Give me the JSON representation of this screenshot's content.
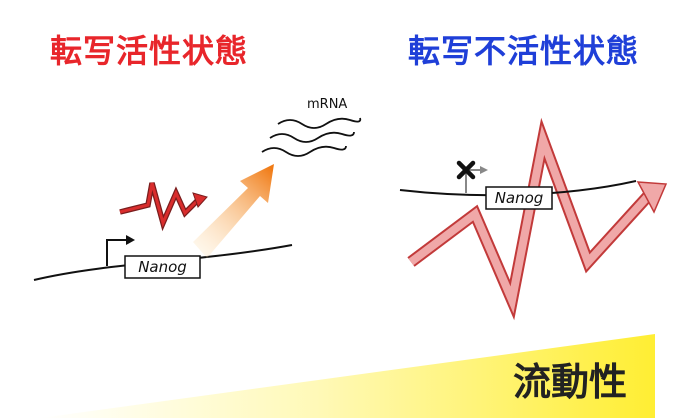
{
  "panels": {
    "active": {
      "title": "転写活性状態",
      "title_color": "#e8262b",
      "gene": "Nanog",
      "transcript": "mRNA"
    },
    "inactive": {
      "title": "転写不活性状態",
      "title_color": "#1f3fd8",
      "gene": "Nanog"
    }
  },
  "fluidity": {
    "label": "流動性",
    "color": "#ffee33"
  },
  "colors": {
    "active_zigzag": "#d92d2d",
    "inactive_zigzag": "#e88a8a",
    "arrow_start": "#fde2b8",
    "arrow_end": "#f07a14"
  }
}
